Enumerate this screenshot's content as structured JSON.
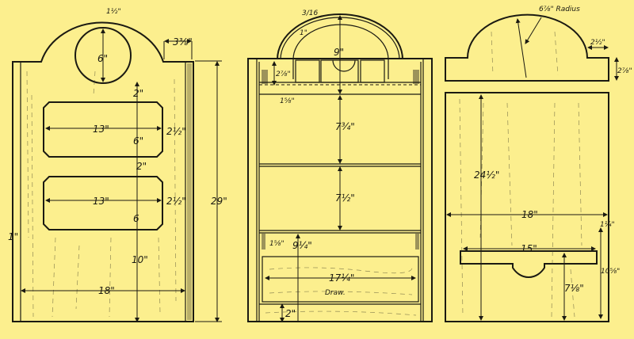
{
  "colors": {
    "background": "#fcef8e",
    "ink": "#1b1a12"
  },
  "left_view": {
    "labels": {
      "arch_margin": "1½\"",
      "circle_dia": "6\"",
      "shoulder": "3⅜\"",
      "gap_top": "2\"",
      "panel1_width": "13\"",
      "panel1_height": "6\"",
      "panel1_margin": "2½\"",
      "gap_mid": "2\"",
      "panel2_width": "13\"",
      "panel2_height": "6",
      "panel2_margin": "2½\"",
      "side_thickness": "1\"",
      "bottom_gap": "10\"",
      "overall_width": "18\"",
      "overall_height": "29\""
    }
  },
  "middle_view": {
    "labels": {
      "moulding": "3/16",
      "arch_thick": "1\"",
      "arch_height": "9\"",
      "top_rail": "2⅞\"",
      "shelf_thick": "1⅝\"",
      "space1": "7¾\"",
      "space2": "7½\"",
      "drawer_rail": "1⅝\"",
      "drawer_space": "9¼\"",
      "drawer_width": "17¼\"",
      "drawer_label": "Draw.",
      "base": "2\""
    }
  },
  "right_view": {
    "labels": {
      "radius": "6⅞\" Radius",
      "shoulder": "2½\"",
      "top_height": "2⅞\"",
      "panel_height": "24½\"",
      "panel_width": "18\"",
      "edge": "1¼\"",
      "shelf_width": "15\"",
      "shelf_height": "7⅛\"",
      "side_height": "10⅝\""
    }
  }
}
